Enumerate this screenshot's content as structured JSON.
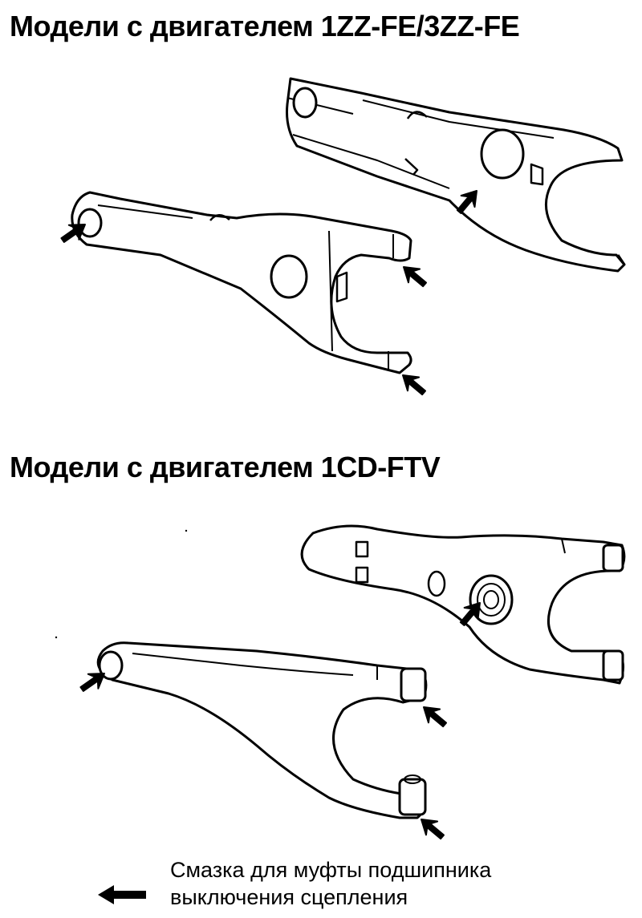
{
  "headings": {
    "engine_1zz_3zz": "Модели с двигателем 1ZZ-FE/3ZZ-FE",
    "engine_1cd": "Модели с двигателем 1CD-FTV"
  },
  "legend": {
    "line1": "Смазка для муфты подшипника",
    "line2": "выключения сцепления"
  }
}
